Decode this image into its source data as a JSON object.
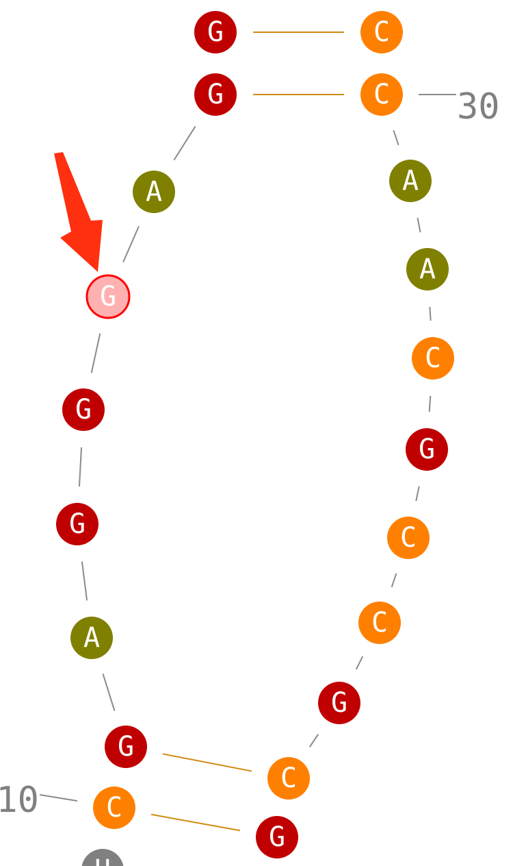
{
  "colors": {
    "G": "#c00000",
    "C": "#ff8000",
    "A": "#808000",
    "U": "#808080",
    "highlight_fill": "#ffb0b0",
    "highlight_stroke": "#ff0000",
    "arrow": "#ff3010",
    "backbone": "#8a8a8a",
    "pair": "#d08a10"
  },
  "nucleotides": [
    {
      "base": "U"
    },
    {
      "base": "C",
      "label": "10"
    },
    {
      "base": "G"
    },
    {
      "base": "A"
    },
    {
      "base": "G"
    },
    {
      "base": "G"
    },
    {
      "base": "G",
      "highlighted": true
    },
    {
      "base": "A"
    },
    {
      "base": "G"
    },
    {
      "base": "G"
    },
    {
      "base": "C"
    },
    {
      "base": "C",
      "label": "30"
    },
    {
      "base": "A"
    },
    {
      "base": "A"
    },
    {
      "base": "C"
    },
    {
      "base": "G"
    },
    {
      "base": "C"
    },
    {
      "base": "C"
    },
    {
      "base": "G"
    },
    {
      "base": "C"
    },
    {
      "base": "G"
    }
  ],
  "pairs": [
    [
      1,
      20
    ],
    [
      2,
      19
    ],
    [
      8,
      11
    ],
    [
      9,
      10
    ]
  ]
}
